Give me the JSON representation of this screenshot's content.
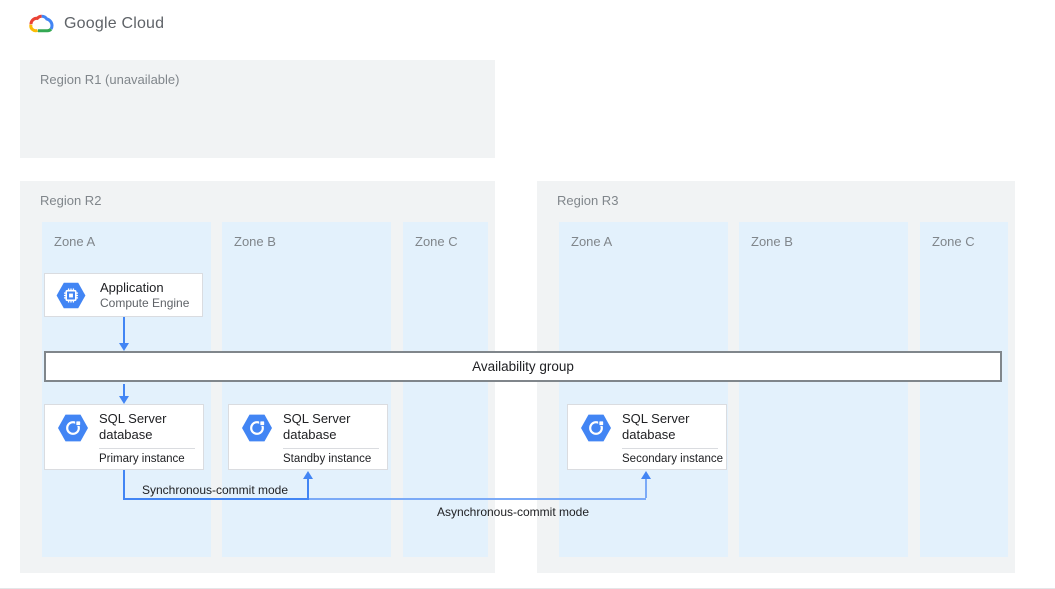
{
  "logo": {
    "text": "Google Cloud"
  },
  "regions": {
    "r1": {
      "label": "Region R1 (unavailable)"
    },
    "r2": {
      "label": "Region R2",
      "zones": [
        "Zone A",
        "Zone B",
        "Zone C"
      ]
    },
    "r3": {
      "label": "Region R3",
      "zones": [
        "Zone A",
        "Zone B",
        "Zone C"
      ]
    }
  },
  "nodes": {
    "application": {
      "title": "Application",
      "subtitle": "Compute Engine",
      "icon": "compute-engine-icon"
    },
    "availability_group": {
      "label": "Availability group"
    },
    "sql_primary": {
      "title": "SQL Server database",
      "instance": "Primary instance",
      "icon": "sql-server-icon"
    },
    "sql_standby": {
      "title": "SQL Server database",
      "instance": "Standby instance",
      "icon": "sql-server-icon"
    },
    "sql_secondary": {
      "title": "SQL Server database",
      "instance": "Secondary instance",
      "icon": "sql-server-icon"
    }
  },
  "edges": {
    "sync": {
      "label": "Synchronous-commit mode"
    },
    "async": {
      "label": "Asynchronous-commit mode"
    }
  },
  "colors": {
    "accent_blue": "#4285f4",
    "async_blue": "#7baaf7",
    "region_bg": "#f1f3f4",
    "zone_bg": "#e3f1fc",
    "muted_text": "#80868b",
    "card_border": "#dadce0",
    "bar_border": "#80868b",
    "logo_red": "#ea4335",
    "logo_yellow": "#fbbc05",
    "logo_green": "#34a853"
  }
}
